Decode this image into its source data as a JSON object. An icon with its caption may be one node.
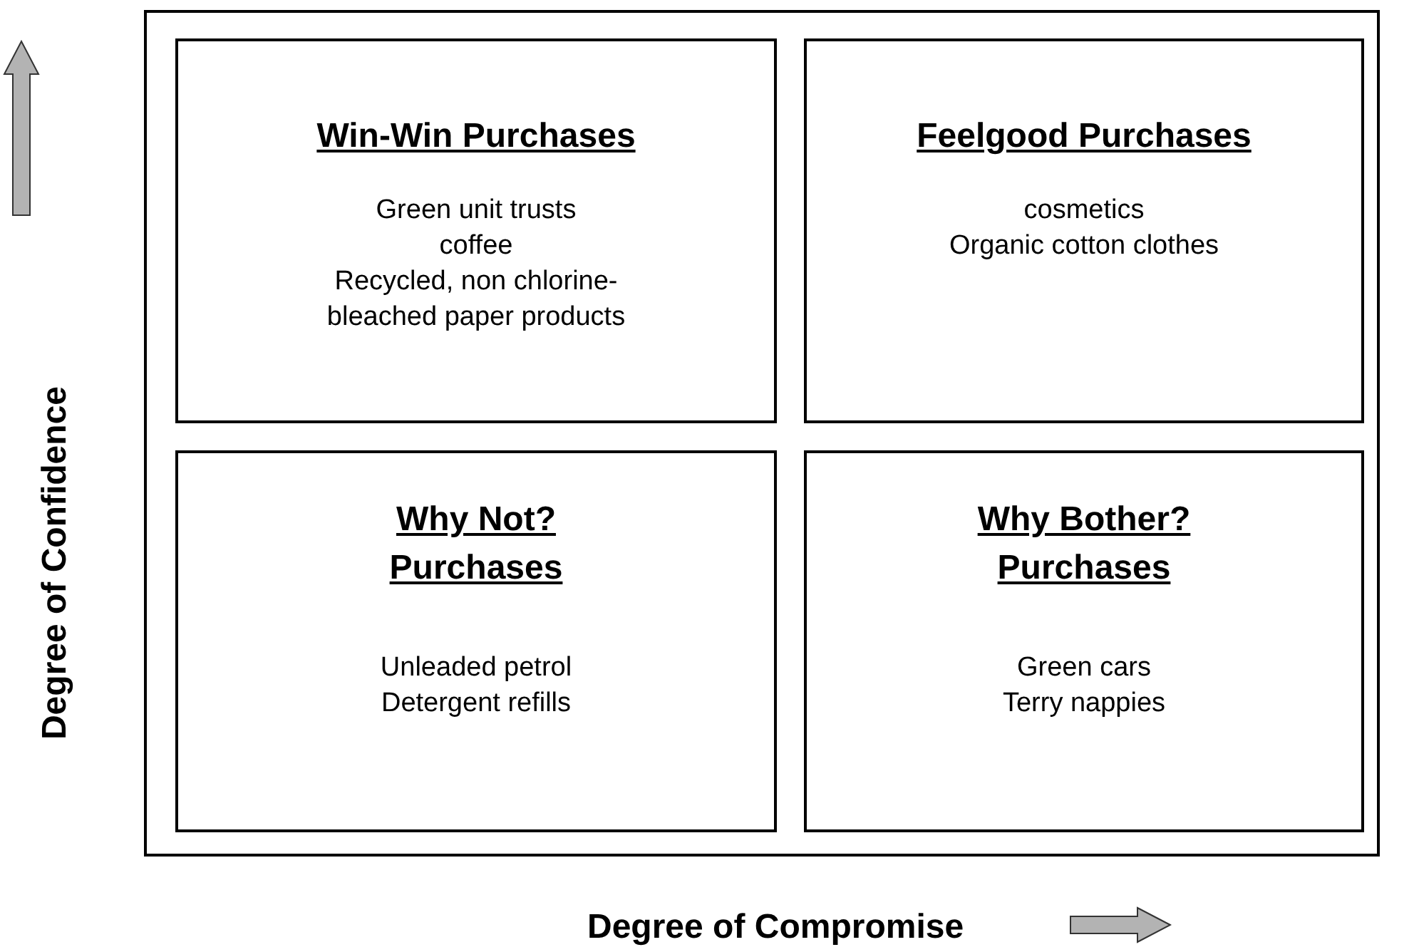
{
  "diagram": {
    "nodes": [
      {
        "text": [],
        "shape": "box"
      },
      {
        "text": [
          "Win-Win Purchases",
          "Green unit trusts",
          "coffee",
          "Recycled, non chlorine-bleached paper products"
        ],
        "in": 0
      },
      {
        "text": [
          "Feelgood Purchases",
          "cosmetics",
          "Organic cotton clothes"
        ],
        "in": 0
      },
      {
        "text": [
          "Why Not? Purchases",
          "Unleaded petrol",
          "Detergent refills"
        ],
        "in": 0
      },
      {
        "text": [
          "Why Bother? Purchases",
          "Green cars",
          "Terry nappies"
        ],
        "in": 0
      }
    ],
    "labels": [
      "Degree of Confidence",
      "Degree of Compromise"
    ]
  }
}
